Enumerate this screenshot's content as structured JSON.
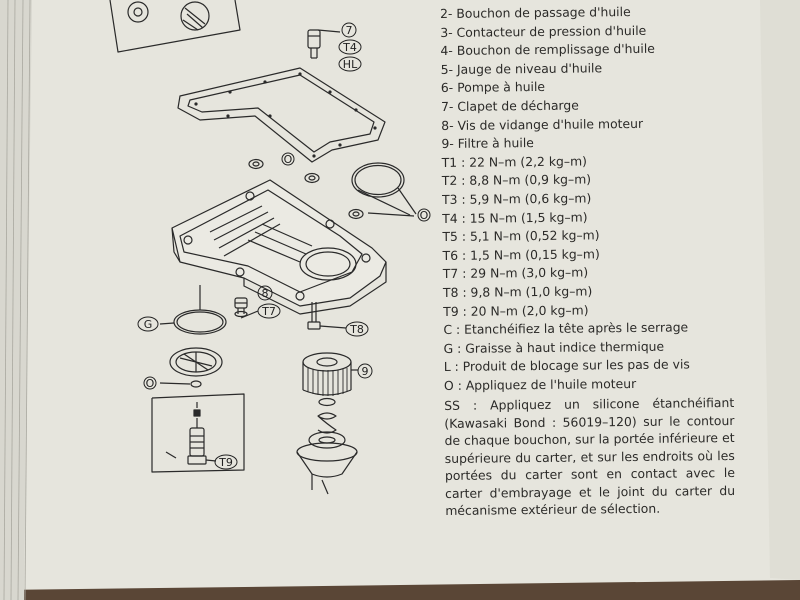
{
  "legend": {
    "items": [
      "2- Bouchon de passage d'huile",
      "3- Contacteur de pression d'huile",
      "4- Bouchon de remplissage d'huile",
      "5- Jauge de niveau d'huile",
      "6- Pompe à huile",
      "7- Clapet de décharge",
      "8- Vis de vidange d'huile moteur",
      "9- Filtre à huile",
      "T1 : 22 N–m (2,2 kg–m)",
      "T2 : 8,8 N–m (0,9 kg–m)",
      "T3 : 5,9 N–m (0,6 kg–m)",
      "T4 : 15 N–m (1,5 kg–m)",
      "T5 : 5,1 N–m (0,52 kg–m)",
      "T6 : 1,5 N–m (0,15 kg–m)",
      "T7 : 29 N–m (3,0 kg–m)",
      "T8 : 9,8 N–m (1,0 kg–m)",
      "T9 : 20 N–m (2,0 kg–m)",
      "C : Etanchéifiez la tête après le serrage",
      "G : Graisse à haut indice thermique",
      "L : Produit de blocage sur les pas de vis",
      "O : Appliquez de l'huile moteur"
    ],
    "note": "SS : Appliquez un silicone étanchéifiant (Kawasaki Bond : 56019–120) sur le contour de chaque bouchon, sur la portée inférieure et supérieure du carter, et sur les endroits où les portées du carter sont en contact avec le carter d'embrayage et le joint du carter du mécanisme extérieur de sélection."
  },
  "callouts": {
    "c7": "7",
    "t4": "T4",
    "hl": "HL",
    "o1": "O",
    "o2": "O",
    "o3": "O",
    "c8": "8",
    "t7": "T7",
    "g": "G",
    "t8": "T8",
    "c9": "9",
    "t9": "T9"
  },
  "colors": {
    "page": "#e8e7df",
    "ink": "#2b2a28",
    "table": "#5a4636"
  }
}
